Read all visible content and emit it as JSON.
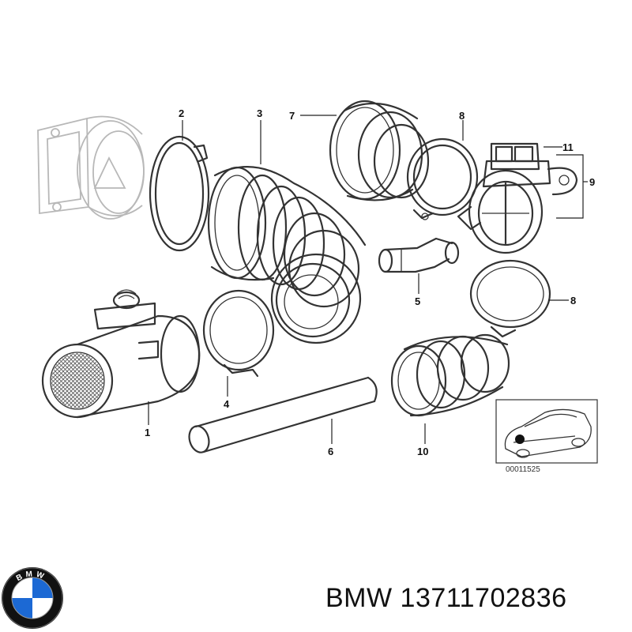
{
  "diagram": {
    "callouts": {
      "c1": "1",
      "c2": "2",
      "c3": "3",
      "c4": "4",
      "c5": "5",
      "c6": "6",
      "c7": "7",
      "c8a": "8",
      "c8b": "8",
      "c9": "9",
      "c10": "10",
      "c11": "11"
    },
    "inset_code": "00011525"
  },
  "brand": {
    "logo_letters": "BMW",
    "text": "BMW 13711702836",
    "colors": {
      "blue": "#1c69d4",
      "ring": "#111111",
      "ring_text": "#ffffff"
    }
  }
}
